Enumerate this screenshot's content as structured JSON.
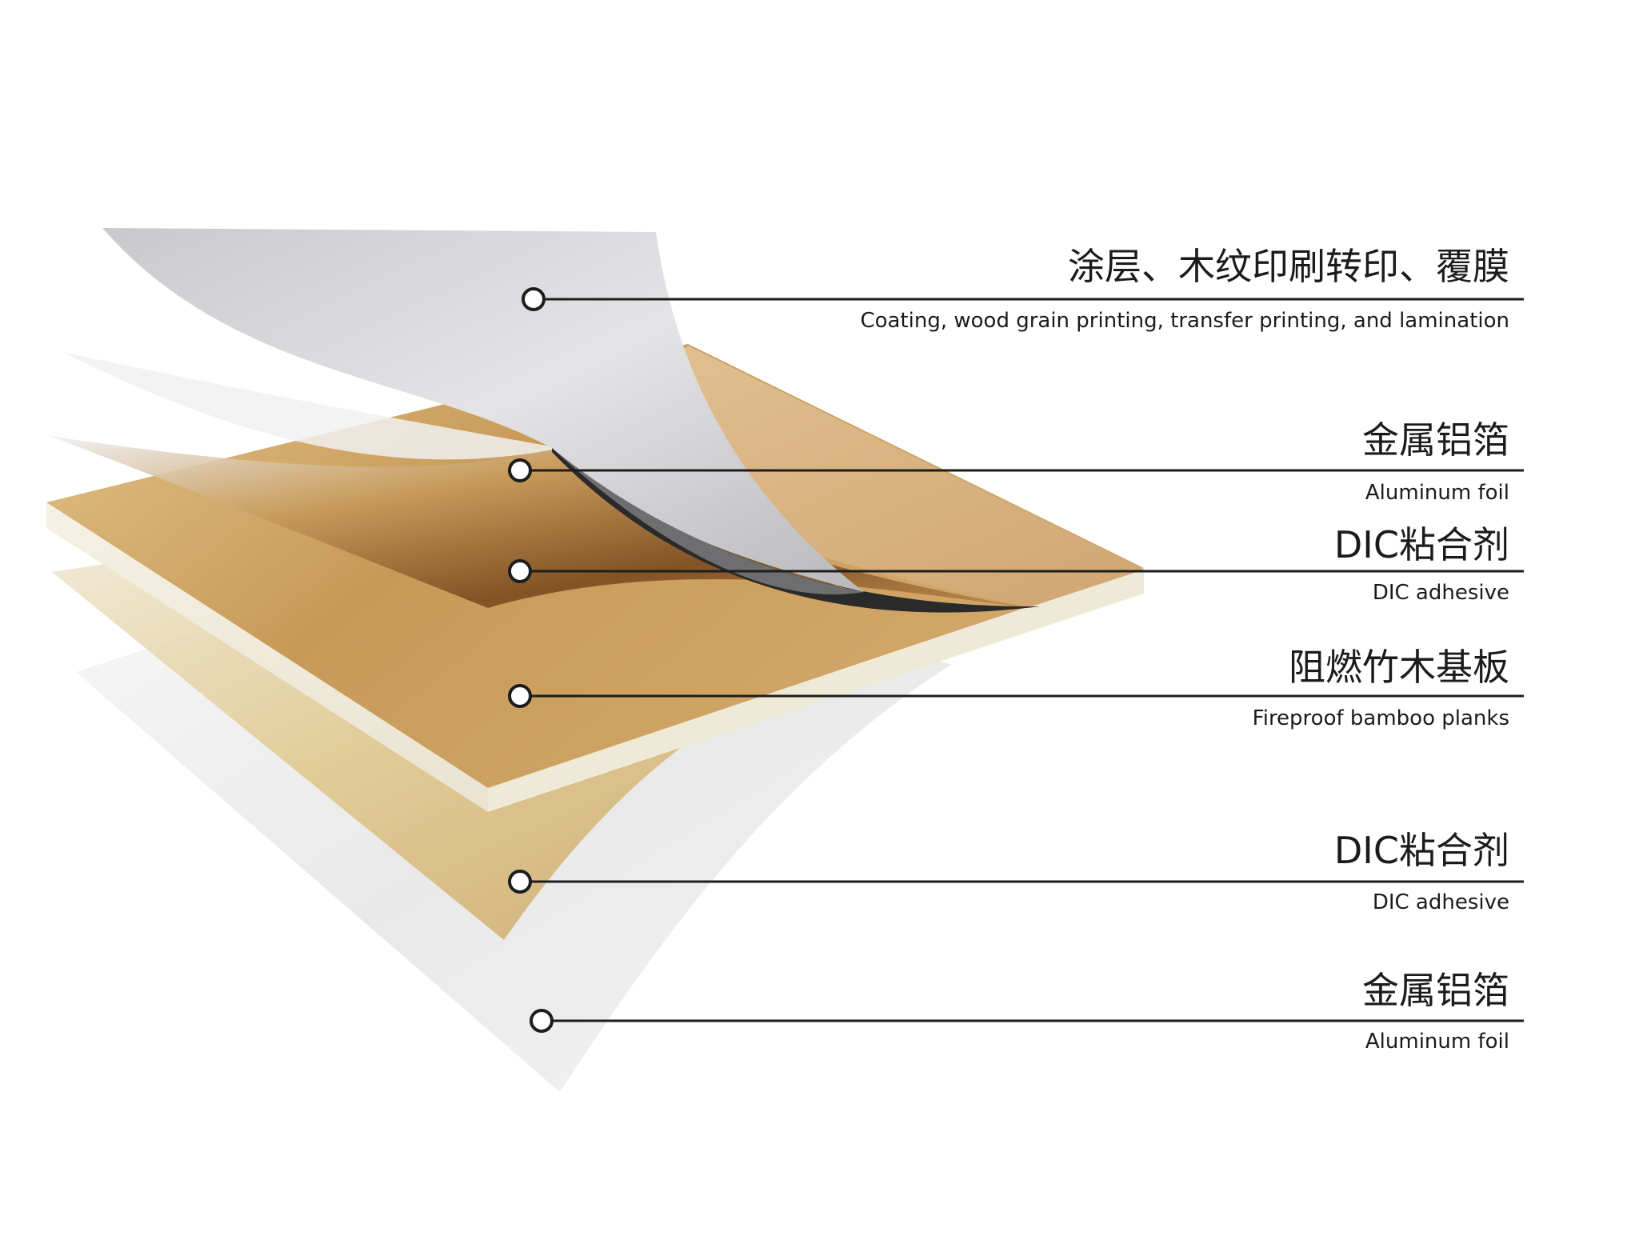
{
  "layers": [
    {
      "zh": "涂层、木纹印刷转印、覆膜",
      "en": "Coating, wood grain printing, transfer printing, and lamination"
    },
    {
      "zh": "金属铝箔",
      "en": "Aluminum foil"
    },
    {
      "zh": "DIC粘合剂",
      "en": "DIC adhesive"
    },
    {
      "zh": "阻燃竹木基板",
      "en": "Fireproof bamboo planks"
    },
    {
      "zh": "DIC粘合剂",
      "en": "DIC adhesive"
    },
    {
      "zh": "金属铝箔",
      "en": "Aluminum foil"
    }
  ]
}
